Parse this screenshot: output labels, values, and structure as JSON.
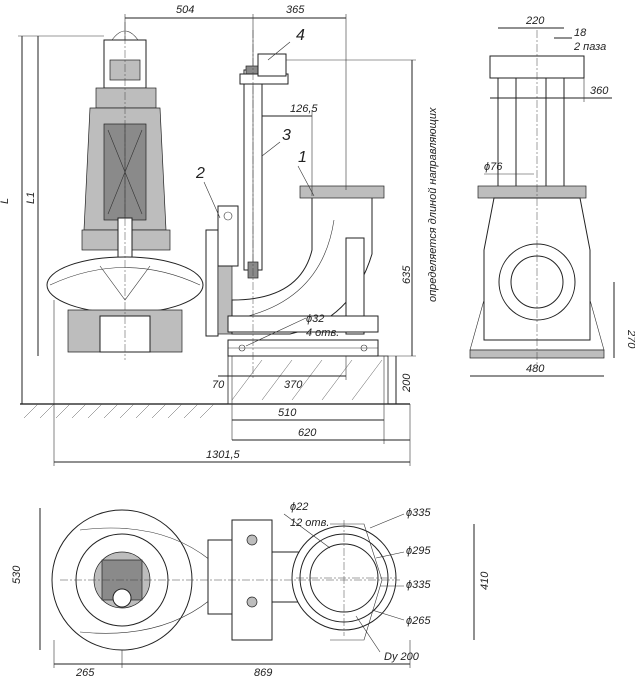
{
  "dimensions": {
    "d504": "504",
    "d365": "365",
    "d126_5": "126,5",
    "d70": "70",
    "d370": "370",
    "d510": "510",
    "d620": "620",
    "d1301_5": "1301,5",
    "d635": "635",
    "d200": "200",
    "L": "L",
    "L1": "L1",
    "d32": "ϕ32",
    "d32holes": "4 отв.",
    "d220": "220",
    "d18": "18",
    "slots": "2 паза",
    "d360": "360",
    "d76": "ϕ76",
    "d270": "270",
    "d480": "480",
    "d530": "530",
    "d22": "ϕ22",
    "d22holes": "12 отв.",
    "d335a": "ϕ335",
    "d295": "ϕ295",
    "d335b": "ϕ335",
    "d265c": "ϕ265",
    "d410": "410",
    "dy200": "Dy 200",
    "d265": "265",
    "d869": "869"
  },
  "note_vertical": "определяется длиной направляющих",
  "callouts": [
    "1",
    "2",
    "3",
    "4"
  ]
}
